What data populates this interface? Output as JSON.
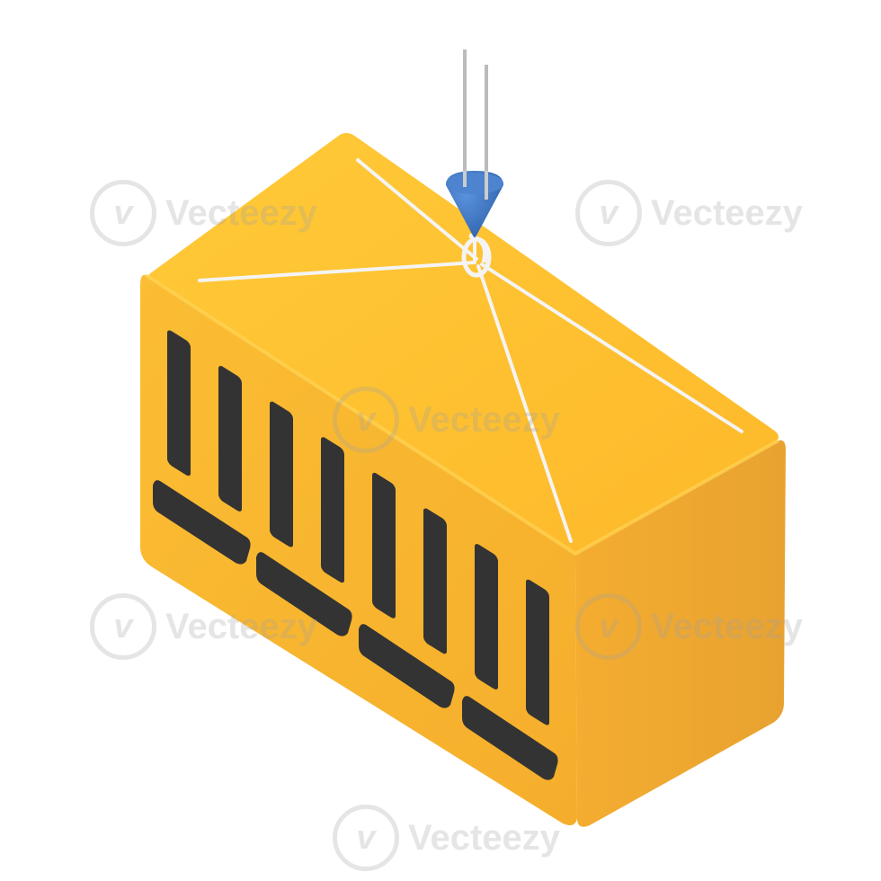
{
  "illustration": {
    "subject": "shipping-container",
    "icon_name": "cargo-container-icon",
    "colors": {
      "container_top": "#ffc22b",
      "container_side": "#f8b52e",
      "container_end": "#efa92e",
      "slot": "#333333",
      "hook": "#3a73c2",
      "cable": "#f2f2f2",
      "background": "#ffffff"
    }
  },
  "watermark": {
    "text": "Vecteezy",
    "logo_letter": "v",
    "color": "#a0a0a0"
  }
}
